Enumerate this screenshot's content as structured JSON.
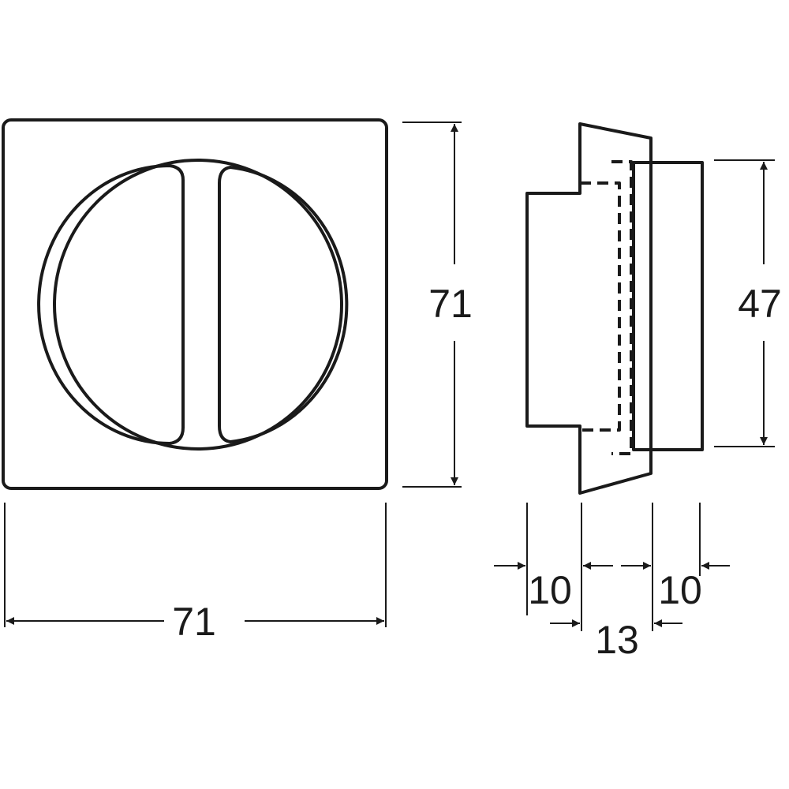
{
  "drawing": {
    "front_view": {
      "width_label": "71",
      "height_label": "71"
    },
    "side_view": {
      "height_label": "47",
      "depth_labels": {
        "left": "10",
        "middle": "13",
        "right": "10"
      }
    },
    "colors": {
      "line": "#1a1a1a",
      "background": "#ffffff"
    }
  }
}
